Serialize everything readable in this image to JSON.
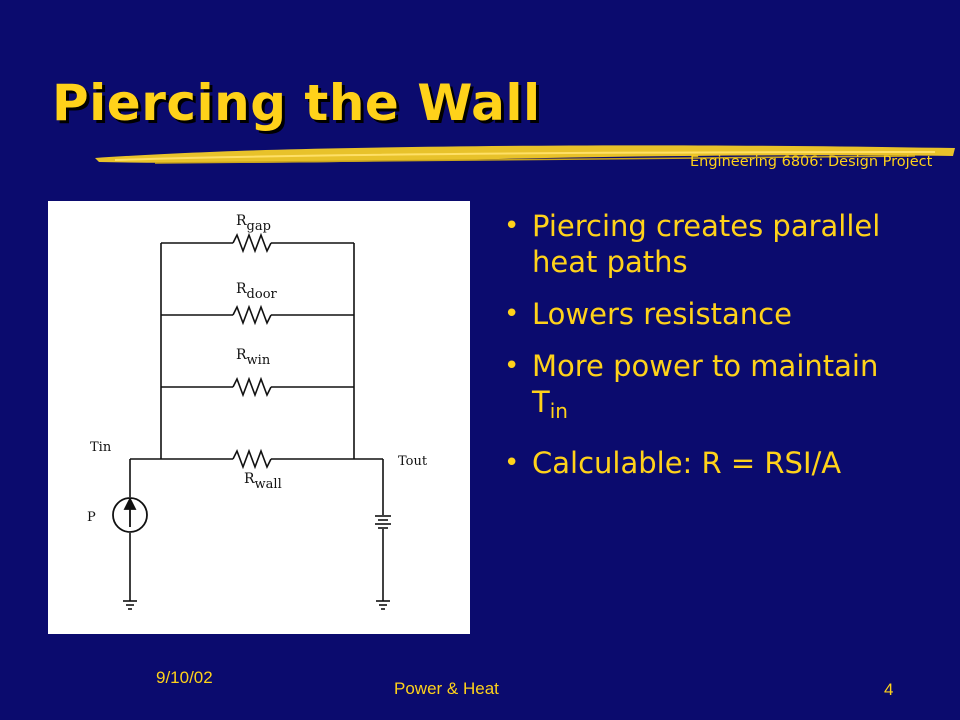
{
  "slide": {
    "title": "Piercing the Wall",
    "course": "Engineering 6806: Design Project",
    "bullets": [
      {
        "text": "Piercing creates parallel heat paths",
        "sub": ""
      },
      {
        "text": "Lowers resistance",
        "sub": ""
      },
      {
        "text": "More power to maintain T",
        "sub": "in"
      },
      {
        "text": "Calculable: R = RSI/A",
        "sub": ""
      }
    ],
    "footer": {
      "date": "9/10/02",
      "topic": "Power & Heat",
      "page_number": "4"
    }
  },
  "circuit": {
    "resistors": [
      {
        "main": "R",
        "sub": "gap"
      },
      {
        "main": "R",
        "sub": "door"
      },
      {
        "main": "R",
        "sub": "win"
      },
      {
        "main": "R",
        "sub": "wall"
      }
    ],
    "node_labels": {
      "left": "Tin",
      "right": "Tout"
    },
    "source_label": "P"
  },
  "colors": {
    "background": "#0b0b6e",
    "accent": "#ffd21a",
    "figure_bg": "#ffffff"
  },
  "icons": {
    "bullet": "bullet-dot-icon",
    "current_source": "current-source-icon",
    "battery": "battery-icon",
    "ground": "ground-icon"
  }
}
